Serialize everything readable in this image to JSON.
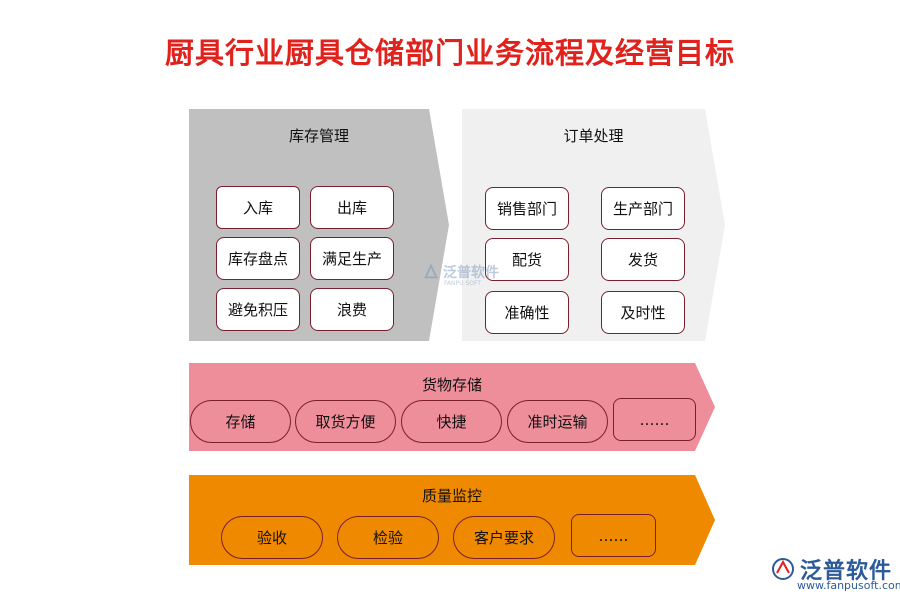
{
  "title": "厨具行业厨具仓储部门业务流程及经营目标",
  "inventory": {
    "label": "库存管理",
    "items": [
      "入库",
      "出库",
      "库存盘点",
      "满足生产",
      "避免积压",
      "浪费"
    ]
  },
  "order": {
    "label": "订单处理",
    "items": [
      "销售部门",
      "生产部门",
      "配货",
      "发货",
      "准确性",
      "及时性"
    ]
  },
  "storage": {
    "label": "货物存储",
    "items": [
      "存储",
      "取货方便",
      "快捷",
      "准时运输",
      "……"
    ]
  },
  "quality": {
    "label": "质量监控",
    "items": [
      "验收",
      "检验",
      "客户要求",
      "……"
    ]
  },
  "watermark": {
    "name": "泛普软件",
    "sub": "FANPU SOFT"
  },
  "logo": {
    "name": "泛普软件",
    "url": "www.fanpusoft.com"
  },
  "colors": {
    "title": "#e0211c",
    "inventory_panel": "#c0c0c0",
    "order_panel": "#f0f0f0",
    "storage_panel": "#ef8e9b",
    "quality_panel": "#ef8a00",
    "border": "#7a1f2e"
  }
}
